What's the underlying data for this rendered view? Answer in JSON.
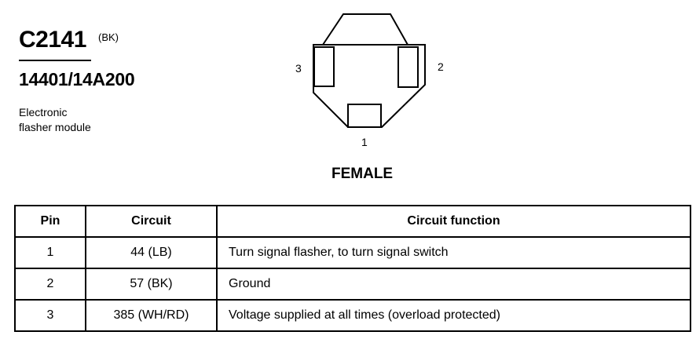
{
  "connector": {
    "id": "C2141",
    "color_code": "(BK)",
    "part_number": "14401/14A200",
    "description_lines": [
      "Electronic",
      "flasher module"
    ],
    "gender": "FEMALE",
    "pin_labels": {
      "pin1": "1",
      "pin2": "2",
      "pin3": "3"
    }
  },
  "table": {
    "headers": {
      "pin": "Pin",
      "circuit": "Circuit",
      "function": "Circuit function"
    },
    "rows": [
      {
        "pin": "1",
        "circuit": "44 (LB)",
        "function": "Turn signal flasher, to turn signal switch"
      },
      {
        "pin": "2",
        "circuit": "57 (BK)",
        "function": "Ground"
      },
      {
        "pin": "3",
        "circuit": "385 (WH/RD)",
        "function": "Voltage supplied at all times (overload protected)"
      }
    ]
  }
}
